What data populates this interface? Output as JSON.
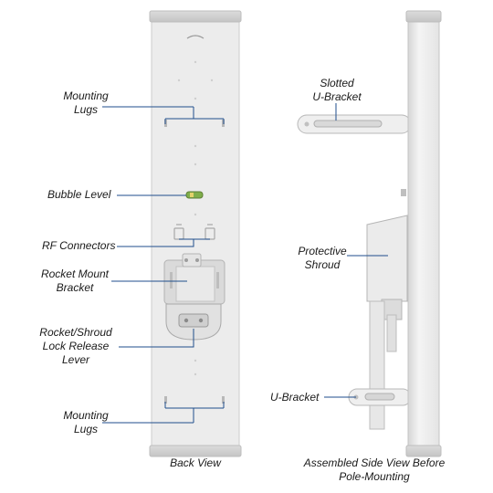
{
  "labels": {
    "mounting_lugs_top": [
      "Mounting",
      "Lugs"
    ],
    "bubble_level": "Bubble Level",
    "rf_connectors": "RF Connectors",
    "rocket_mount_bracket": [
      "Rocket Mount",
      "Bracket"
    ],
    "lock_release_lever": [
      "Rocket/Shroud",
      "Lock Release",
      "Lever"
    ],
    "mounting_lugs_bottom": [
      "Mounting",
      "Lugs"
    ],
    "slotted_u_bracket": [
      "Slotted",
      "U-Bracket"
    ],
    "protective_shroud": [
      "Protective",
      "Shroud"
    ],
    "u_bracket": "U-Bracket"
  },
  "captions": {
    "back_view": "Back View",
    "side_view": [
      "Assembled Side View Before",
      "Pole-Mounting"
    ]
  },
  "colors": {
    "panel": "#ebebeb",
    "panel_edge": "#cfcfcf",
    "callout_line": "#1f4e8c",
    "text": "#1a1a1a"
  }
}
